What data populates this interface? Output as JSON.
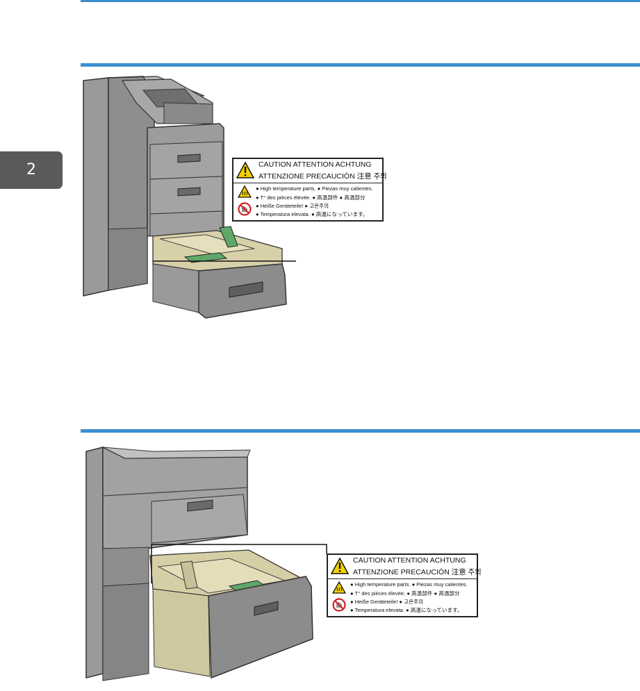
{
  "chapter": {
    "number": "2"
  },
  "caution_label": {
    "title_line1": "CAUTION ATTENTION ACHTUNG",
    "title_line2": "ATTENZIONE PRECAUCIÓN 注意 주의",
    "rows": [
      "● High temperature parts.  ● Piezas muy calientes.",
      "● T° des pièces élevée.  ● 高溫部件  ● 高温部分",
      "● Heiße Geräteteile!  ● 고온주의",
      "● Temperatura elevata.  ● 高温になっています。"
    ]
  },
  "colors": {
    "accent_rule": "#3a8fcf",
    "chapter_tab": "#5a5a5a",
    "warning_yellow": "#f5d000",
    "prohibit_red": "#d42020"
  },
  "icons": [
    "warning-triangle-icon",
    "hot-surface-icon",
    "no-touch-icon"
  ]
}
